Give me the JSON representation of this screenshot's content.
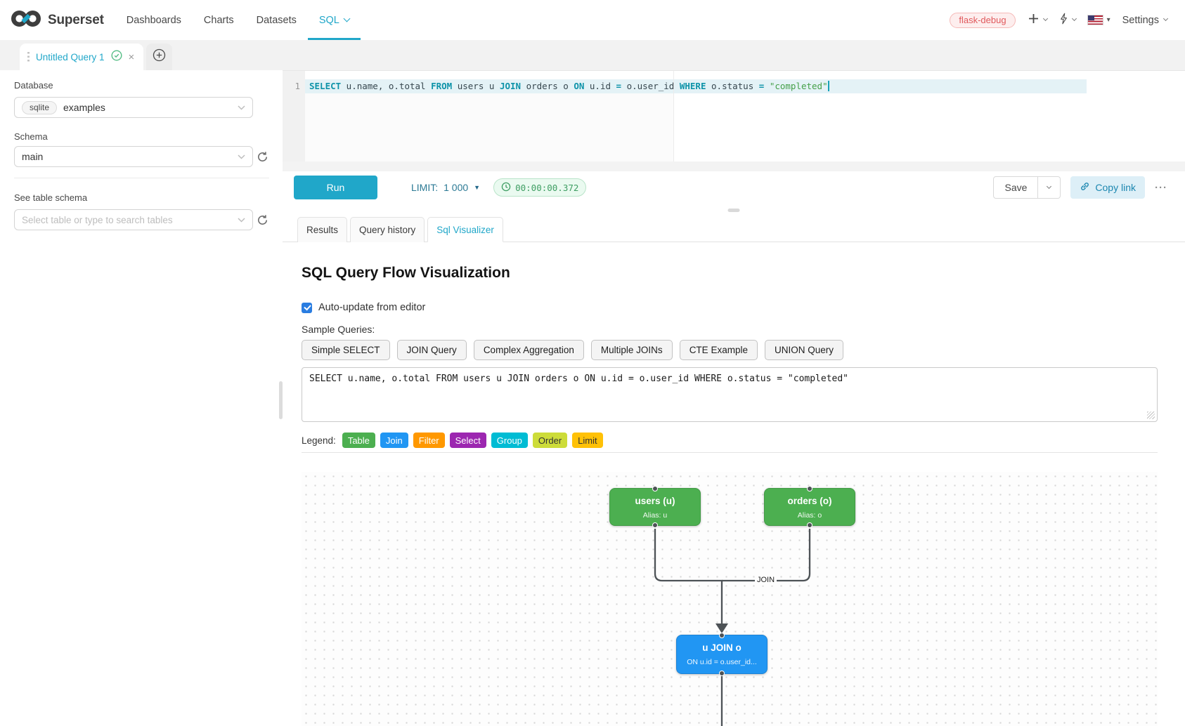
{
  "colors": {
    "accent": "#20a7c9",
    "table_node": "#4caf50",
    "join_node": "#2196f3",
    "edge": "#4d5256"
  },
  "icons": {
    "close_glyph": "×",
    "more_glyph": "···",
    "caret_down_glyph": "▾",
    "dropdown_caret_glyph": "▼"
  },
  "navbar": {
    "brand": "Superset",
    "items": [
      {
        "label": "Dashboards"
      },
      {
        "label": "Charts"
      },
      {
        "label": "Datasets"
      },
      {
        "label": "SQL"
      }
    ],
    "environment_badge": "flask-debug",
    "settings_label": "Settings"
  },
  "query_tabs": {
    "active_label": "Untitled Query 1"
  },
  "sidebar": {
    "database_label": "Database",
    "database_engine": "sqlite",
    "database_name": "examples",
    "schema_label": "Schema",
    "schema_value": "main",
    "table_section_label": "See table schema",
    "table_placeholder": "Select table or type to search tables"
  },
  "editor": {
    "line_number": "1",
    "tokens": [
      {
        "c": "kw",
        "t": "SELECT"
      },
      {
        "c": "id",
        "t": " u.name, o.total "
      },
      {
        "c": "kw",
        "t": "FROM"
      },
      {
        "c": "id",
        "t": " users u "
      },
      {
        "c": "kw",
        "t": "JOIN"
      },
      {
        "c": "id",
        "t": " orders o "
      },
      {
        "c": "kw",
        "t": "ON"
      },
      {
        "c": "id",
        "t": " u.id "
      },
      {
        "c": "op",
        "t": "="
      },
      {
        "c": "id",
        "t": " o.user_id "
      },
      {
        "c": "kw",
        "t": "WHERE"
      },
      {
        "c": "id",
        "t": " o.status "
      },
      {
        "c": "op",
        "t": "= "
      },
      {
        "c": "str",
        "t": "\"completed\""
      }
    ]
  },
  "toolbar": {
    "run_label": "Run",
    "limit_label": "LIMIT:",
    "limit_value": "1 000",
    "elapsed_time": "00:00:00.372",
    "save_label": "Save",
    "copy_link_label": "Copy link"
  },
  "result_tabs": [
    {
      "label": "Results"
    },
    {
      "label": "Query history"
    },
    {
      "label": "Sql Visualizer"
    }
  ],
  "visualizer": {
    "title": "SQL Query Flow Visualization",
    "auto_update_label": "Auto-update from editor",
    "auto_update_checked": true,
    "sample_queries_label": "Sample Queries:",
    "sample_queries": [
      "Simple SELECT",
      "JOIN Query",
      "Complex Aggregation",
      "Multiple JOINs",
      "CTE Example",
      "UNION Query"
    ],
    "query_input": "SELECT u.name, o.total FROM users u JOIN orders o ON u.id = o.user_id WHERE o.status = \"completed\"",
    "legend_label": "Legend:",
    "legend": [
      {
        "label": "Table",
        "color": "#4caf50",
        "text_color": "#ffffff"
      },
      {
        "label": "Join",
        "color": "#2196f3",
        "text_color": "#ffffff"
      },
      {
        "label": "Filter",
        "color": "#ff9800",
        "text_color": "#ffffff"
      },
      {
        "label": "Select",
        "color": "#9c27b0",
        "text_color": "#ffffff"
      },
      {
        "label": "Group",
        "color": "#00bcd4",
        "text_color": "#ffffff"
      },
      {
        "label": "Order",
        "color": "#cddc39",
        "text_color": "#333333"
      },
      {
        "label": "Limit",
        "color": "#ffc107",
        "text_color": "#333333"
      }
    ],
    "flow": {
      "nodes": [
        {
          "title": "users (u)",
          "subtitle": "Alias: u",
          "color": "#4caf50"
        },
        {
          "title": "orders (o)",
          "subtitle": "Alias: o",
          "color": "#4caf50"
        },
        {
          "title": "u JOIN o",
          "subtitle": "ON u.id = o.user_id...",
          "color": "#2196f3"
        }
      ],
      "edge_label": "JOIN"
    }
  }
}
